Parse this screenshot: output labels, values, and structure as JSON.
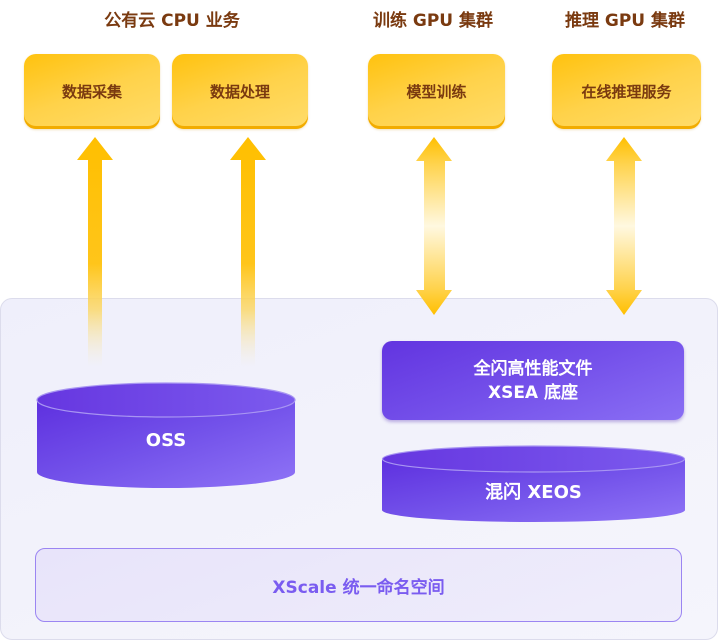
{
  "groups": [
    {
      "heading": "公有云 CPU 业务",
      "boxes": [
        "数据采集",
        "数据处理"
      ]
    },
    {
      "heading": "训练 GPU 集群",
      "boxes": [
        "模型训练"
      ]
    },
    {
      "heading": "推理 GPU 集群",
      "boxes": [
        "在线推理服务"
      ]
    }
  ],
  "storage": {
    "oss": "OSS",
    "xsea_line1": "全闪高性能文件",
    "xsea_line2": "XSEA 底座",
    "xeos": "混闪 XEOS",
    "namespace": "XScale 统一命名空间"
  },
  "arrows": [
    {
      "from": "OSS",
      "to": "数据采集",
      "direction": "up"
    },
    {
      "from": "OSS",
      "to": "数据处理",
      "direction": "up"
    },
    {
      "between": [
        "模型训练",
        "全闪高性能文件 XSEA 底座"
      ],
      "direction": "bidirectional"
    },
    {
      "between": [
        "在线推理服务",
        "全闪高性能文件 XSEA 底座"
      ],
      "direction": "bidirectional"
    }
  ],
  "colors": {
    "heading_text": "#7a3a10",
    "yellow_box": "#ffc20e",
    "purple": "#6234e0",
    "namespace_text": "#7a5cf0",
    "panel_bg": "#f0f0fa"
  }
}
